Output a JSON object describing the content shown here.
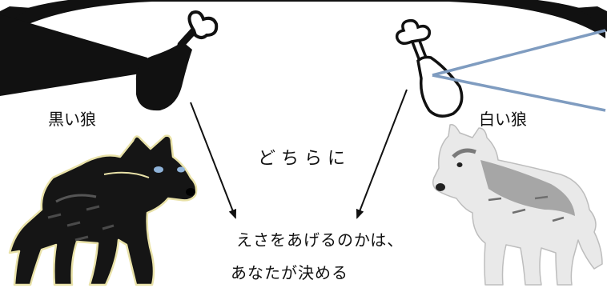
{
  "labels": {
    "black_wolf": "黒い狼",
    "white_wolf": "白い狼"
  },
  "caption": {
    "question": "どちらに",
    "line1": "えさをあげるのかは、",
    "line2": "あなたが決める"
  },
  "icons": {
    "black_meat": "meat-drumstick-black-icon",
    "white_meat": "meat-drumstick-outline-icon"
  },
  "colors": {
    "ink": "#111111",
    "black_wolf_fur": "#151515",
    "black_wolf_outline": "#e9e2a8",
    "black_wolf_eye": "#8fb3d9",
    "white_wolf_fur": "#e9e9e9",
    "white_wolf_shade": "#9a9a9a",
    "white_beam": "#7f9cc0"
  }
}
